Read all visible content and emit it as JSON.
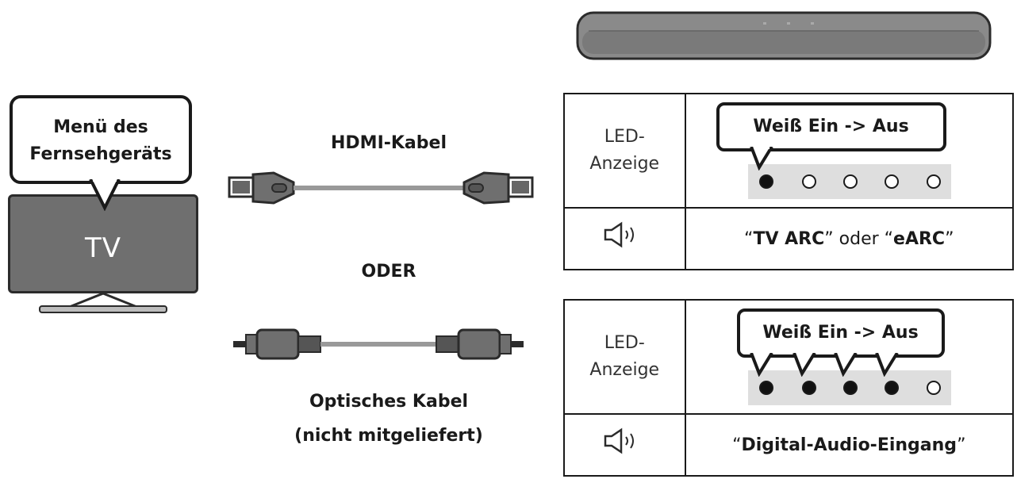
{
  "tv": {
    "bubble_line1": "Menü des",
    "bubble_line2": "Fernsehgeräts",
    "screen_label": "TV"
  },
  "cables": {
    "hdmi_label": "HDMI-Kabel",
    "or_label": "ODER",
    "optical_label_line1": "Optisches Kabel",
    "optical_label_line2": "(nicht mitgeliefert)"
  },
  "table_hdmi": {
    "led_label_line1": "LED-",
    "led_label_line2": "Anzeige",
    "bubble_text": "Weiß Ein -> Aus",
    "leds": [
      "on",
      "off",
      "off",
      "off",
      "off"
    ],
    "speaker_icon": "speaker-icon",
    "message_q1": "“",
    "message_b1": "TV ARC",
    "message_mid": "” oder “",
    "message_b2": "eARC",
    "message_q2": "”"
  },
  "table_optical": {
    "led_label_line1": "LED-",
    "led_label_line2": "Anzeige",
    "bubble_text": "Weiß Ein -> Aus",
    "leds": [
      "on",
      "on",
      "on",
      "on",
      "off"
    ],
    "speaker_icon": "speaker-icon",
    "message_q1": "“",
    "message_b1": "Digital-Audio-Eingang",
    "message_q2": "”"
  }
}
